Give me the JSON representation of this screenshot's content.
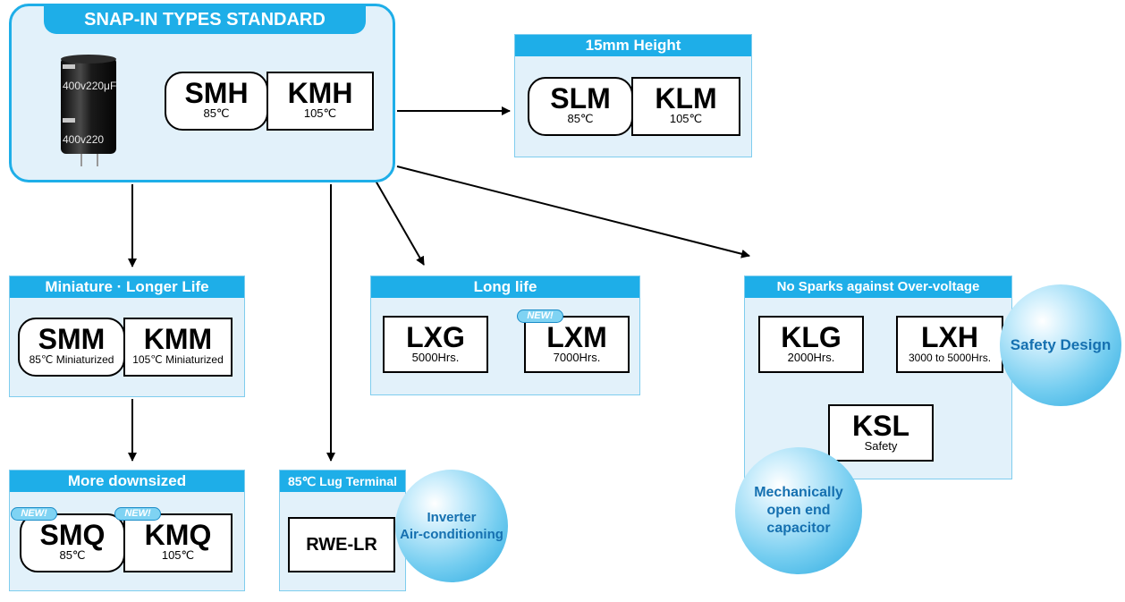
{
  "main": {
    "title": "SNAP-IN TYPES STANDARD",
    "products": [
      {
        "name": "SMH",
        "sub": "85℃"
      },
      {
        "name": "KMH",
        "sub": "105℃"
      }
    ]
  },
  "height15": {
    "title": "15mm Height",
    "products": [
      {
        "name": "SLM",
        "sub": "85℃"
      },
      {
        "name": "KLM",
        "sub": "105℃"
      }
    ]
  },
  "miniature": {
    "title": "Miniature · Longer Life",
    "products": [
      {
        "name": "SMM",
        "sub": "85℃ Miniaturized"
      },
      {
        "name": "KMM",
        "sub": "105℃ Miniaturized"
      }
    ]
  },
  "downsized": {
    "title": "More downsized",
    "new_label": "NEW!",
    "products": [
      {
        "name": "SMQ",
        "sub": "85℃"
      },
      {
        "name": "KMQ",
        "sub": "105℃"
      }
    ]
  },
  "longlife": {
    "title": "Long life",
    "new_label": "NEW!",
    "products": [
      {
        "name": "LXG",
        "sub": "5000Hrs."
      },
      {
        "name": "LXM",
        "sub": "7000Hrs."
      }
    ]
  },
  "lug": {
    "title": "85℃ Lug Terminal",
    "product": "RWE-LR",
    "bubble": [
      "Inverter",
      "Air-conditioning"
    ]
  },
  "nosparks": {
    "title": "No Sparks against Over-voltage",
    "products": [
      {
        "name": "KLG",
        "sub": "2000Hrs."
      },
      {
        "name": "LXH",
        "sub": "3000 to 5000Hrs."
      },
      {
        "name": "KSL",
        "sub": "Safety"
      }
    ],
    "bubble_safety": "Safety Design",
    "bubble_mech": [
      "Mechanically",
      "open end",
      "capacitor"
    ]
  },
  "photo": {
    "print_top": "400v220",
    "print_bottom": "400v220",
    "unit": "μF"
  },
  "colors": {
    "panel_bg": "#e2f1fa",
    "header_bg": "#1eaee8",
    "bubble_text": "#1570b0"
  }
}
